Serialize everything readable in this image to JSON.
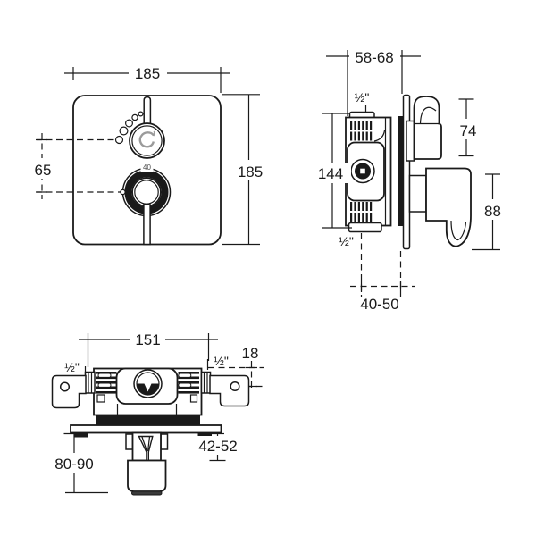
{
  "drawing_type": "technical dimension drawing",
  "colors": {
    "line": "#1a1a1a",
    "background": "#ffffff",
    "dark_fill": "#1a1a1a",
    "logo_gray": "#9b9b9b",
    "temp_mark_gray": "#4a4a4a"
  },
  "views": {
    "front": {
      "width": "185",
      "height": "185",
      "handle_offset": "65",
      "temperature_mark": "40"
    },
    "side": {
      "recess_depth": "58-68",
      "top_connection": "½\"",
      "bottom_connection": "½\"",
      "body_height": "144",
      "upper_handle_height": "74",
      "lower_handle_height": "88",
      "outlet_to_wall": "40-50"
    },
    "installation": {
      "body_width": "151",
      "bracket_offset": "18",
      "left_connection": "½\"",
      "right_connection": "½\"",
      "upper_spout_depth": "42-52",
      "install_depth": "80-90"
    }
  }
}
